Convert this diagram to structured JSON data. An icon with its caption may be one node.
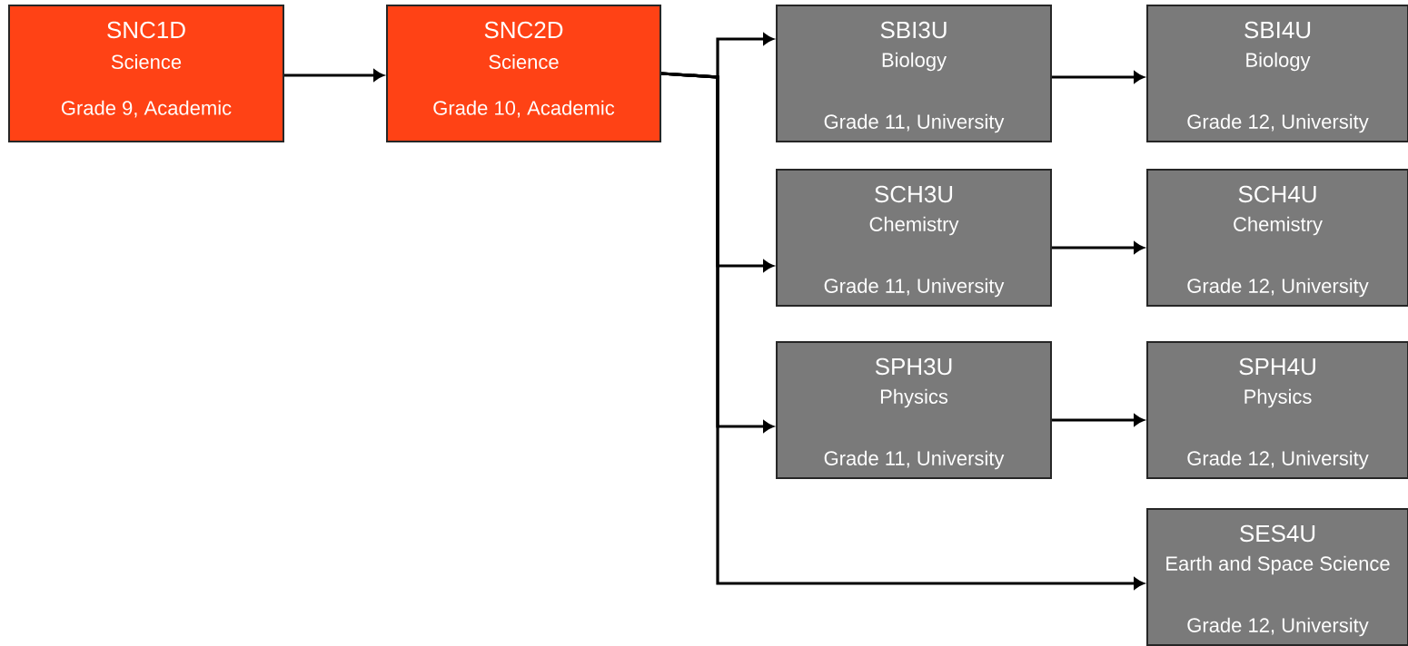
{
  "diagram": {
    "nodes": [
      {
        "text": [
          "SNC1D",
          "Science",
          "Grade 9, Academic"
        ]
      },
      {
        "text": [
          "SNC2D",
          "Science",
          "Grade 10, Academic"
        ]
      },
      {
        "text": [
          "SBI3U",
          "Biology",
          "Grade 11, University"
        ]
      },
      {
        "text": [
          "SBI4U",
          "Biology",
          "Grade 12, University"
        ]
      },
      {
        "text": [
          "SCH3U",
          "Chemistry",
          "Grade 11, University"
        ]
      },
      {
        "text": [
          "SCH4U",
          "Chemistry",
          "Grade 12, University"
        ]
      },
      {
        "text": [
          "SPH3U",
          "Physics",
          "Grade 11, University"
        ]
      },
      {
        "text": [
          "SPH4U",
          "Physics",
          "Grade 12, University"
        ]
      },
      {
        "text": [
          "SES4U",
          "Earth and Space Science",
          "Grade 12, University"
        ]
      }
    ],
    "edges": [
      {
        "from": 0,
        "to": 1,
        "arrow": "to"
      },
      {
        "from": 1,
        "to": 2,
        "arrow": "to"
      },
      {
        "from": 1,
        "to": 4,
        "arrow": "to"
      },
      {
        "from": 1,
        "to": 6,
        "arrow": "to"
      },
      {
        "from": 1,
        "to": 8,
        "arrow": "to"
      },
      {
        "from": 2,
        "to": 3,
        "arrow": "to"
      },
      {
        "from": 4,
        "to": 5,
        "arrow": "to"
      },
      {
        "from": 6,
        "to": 7,
        "arrow": "to"
      }
    ]
  }
}
